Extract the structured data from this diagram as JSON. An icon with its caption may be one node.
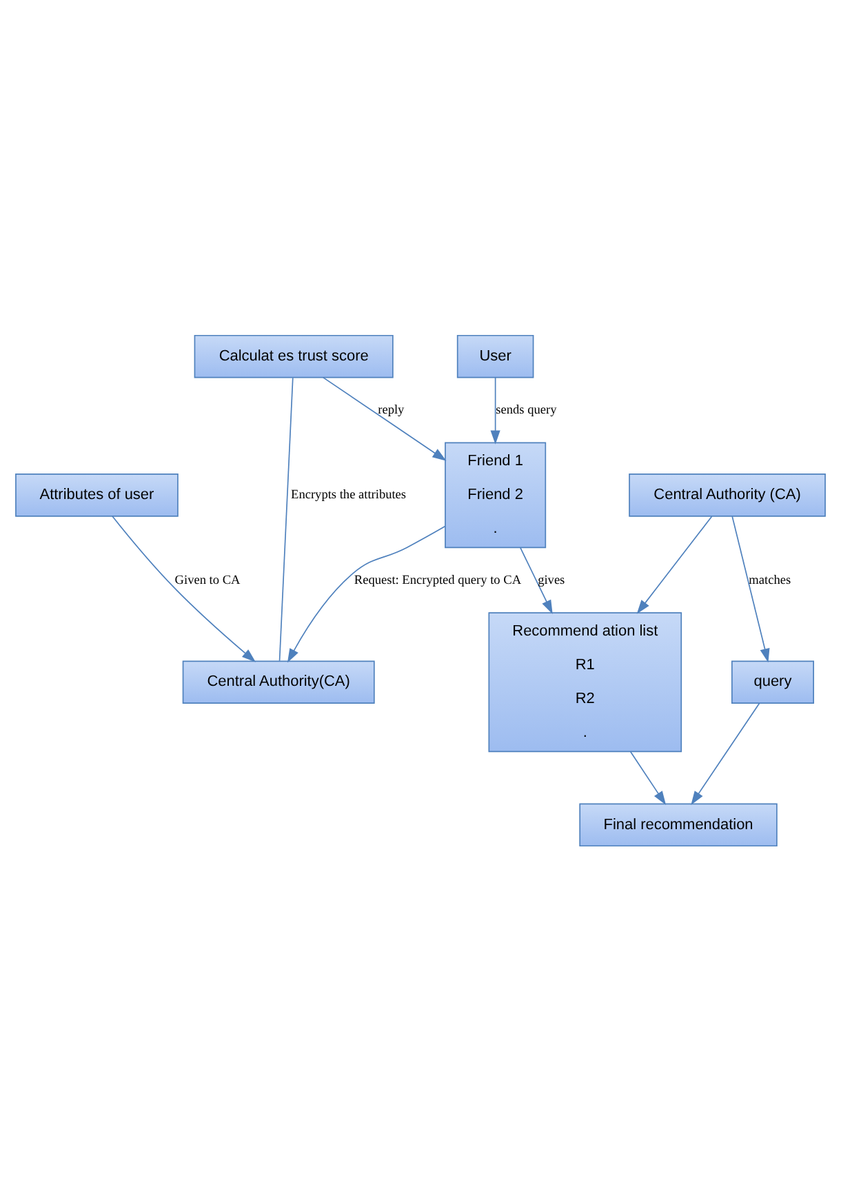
{
  "diagram": {
    "nodes": [
      {
        "text": [
          "Attributes of user"
        ]
      },
      {
        "text": [
          "Central Authority(CA)"
        ]
      },
      {
        "text": [
          "Calculat es trust score"
        ]
      },
      {
        "text": [
          "User"
        ]
      },
      {
        "text": [
          "Friend 1",
          "Friend 2",
          "."
        ]
      },
      {
        "text": [
          "Central Authority (CA)"
        ]
      },
      {
        "text": [
          "Recommend ation list",
          "R1",
          "R2",
          "."
        ]
      },
      {
        "text": [
          "query"
        ]
      },
      {
        "text": [
          "Final recommendation"
        ]
      }
    ],
    "edges": [
      {
        "from": 0,
        "to": 1,
        "arrow": "to",
        "label": "Given to CA"
      },
      {
        "from": 2,
        "to": 1,
        "arrow": "none",
        "label": "Encrypts the attributes"
      },
      {
        "from": 4,
        "to": 1,
        "arrow": "to",
        "label": "Request: Encrypted query to CA"
      },
      {
        "from": 3,
        "to": 4,
        "arrow": "to",
        "label": "sends query"
      },
      {
        "from": 2,
        "to": 4,
        "arrow": "to",
        "label": "reply"
      },
      {
        "from": 4,
        "to": 6,
        "arrow": "to",
        "label": "gives"
      },
      {
        "from": 5,
        "to": 7,
        "arrow": "to",
        "label": "matches"
      },
      {
        "from": 5,
        "to": 6,
        "arrow": "to"
      },
      {
        "from": 7,
        "to": 8,
        "arrow": "to"
      },
      {
        "from": 6,
        "to": 8,
        "arrow": "to"
      }
    ]
  }
}
